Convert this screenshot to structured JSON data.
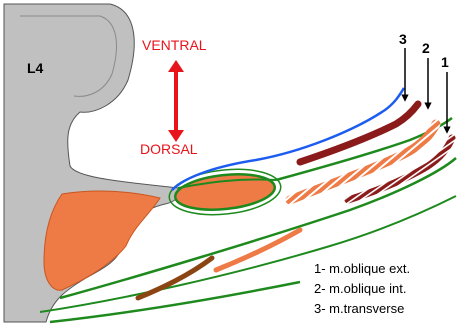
{
  "vertebra_label": "L4",
  "direction": {
    "top": "VENTRAL",
    "bottom": "DORSAL"
  },
  "numbers": [
    "3",
    "2",
    "1"
  ],
  "legend": [
    "1- m.oblique ext.",
    "2- m.oblique int.",
    "3- m.transverse"
  ],
  "colors": {
    "bone": "#c0c0c0",
    "muscle": "#ee7a46",
    "dark_muscle": "#8b1a1a",
    "brown_muscle": "#8b4513",
    "skin": "#1c5cf0",
    "fascia": "#1e8a1e",
    "arrow_red": "#e8141c",
    "label_red": "#e8141c"
  }
}
